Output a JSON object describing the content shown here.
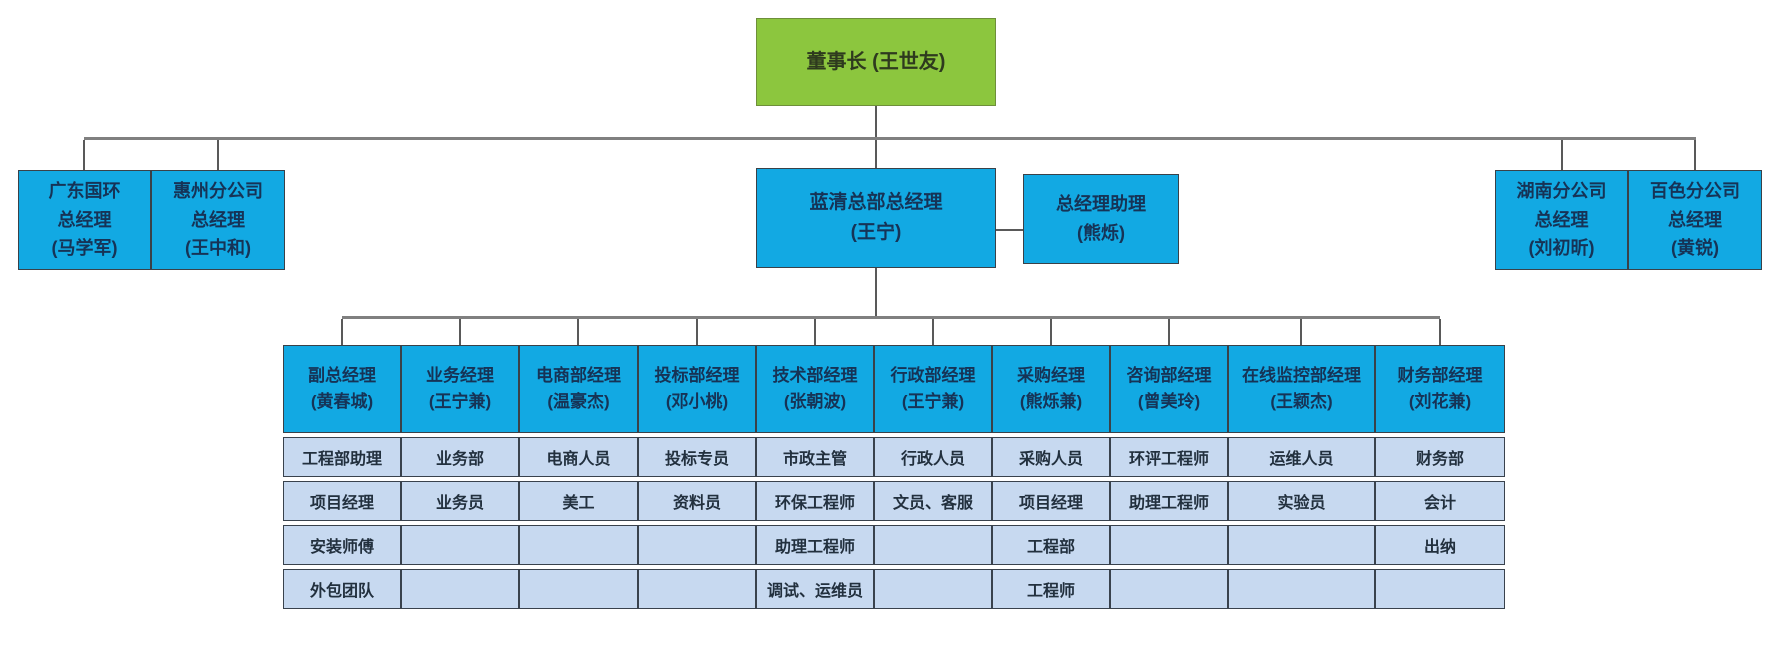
{
  "palette": {
    "chairman_fill": "#8CC63E",
    "box_fill": "#12A9E3",
    "cell_fill": "#C7D9F0",
    "connector_color": "#808080",
    "box_text": "#163356"
  },
  "chairman": {
    "label": "董事长 (王世友)"
  },
  "level2": {
    "left": [
      {
        "lines": [
          "广东国环",
          "总经理",
          "(马学军)"
        ]
      },
      {
        "lines": [
          "惠州分公司",
          "总经理",
          "(王中和)"
        ]
      }
    ],
    "center": {
      "lines": [
        "蓝清总部总经理",
        "(王宁)"
      ]
    },
    "assistant": {
      "lines": [
        "总经理助理",
        "(熊烁)"
      ]
    },
    "right": [
      {
        "lines": [
          "湖南分公司",
          "总经理",
          "(刘初昕)"
        ]
      },
      {
        "lines": [
          "百色分公司",
          "总经理",
          "(黄锐)"
        ]
      }
    ]
  },
  "departments": {
    "headers": [
      {
        "title": "副总经理",
        "person": "(黄春城)"
      },
      {
        "title": "业务经理",
        "person": "(王宁兼)"
      },
      {
        "title": "电商部经理",
        "person": "(温豪杰)"
      },
      {
        "title": "投标部经理",
        "person": "(邓小桃)"
      },
      {
        "title": "技术部经理",
        "person": "(张朝波)"
      },
      {
        "title": "行政部经理",
        "person": "(王宁兼)"
      },
      {
        "title": "采购经理",
        "person": "(熊烁兼)"
      },
      {
        "title": "咨询部经理",
        "person": "(曾美玲)"
      },
      {
        "title": "在线监控部经理",
        "person": "(王颖杰)"
      },
      {
        "title": "财务部经理",
        "person": "(刘花兼)"
      }
    ],
    "rows": [
      [
        "工程部助理",
        "业务部",
        "电商人员",
        "投标专员",
        "市政主管",
        "行政人员",
        "采购人员",
        "环评工程师",
        "运维人员",
        "财务部"
      ],
      [
        "项目经理",
        "业务员",
        "美工",
        "资料员",
        "环保工程师",
        "文员、客服",
        "项目经理",
        "助理工程师",
        "实验员",
        "会计"
      ],
      [
        "安装师傅",
        "",
        "",
        "",
        "助理工程师",
        "",
        "工程部",
        "",
        "",
        "出纳"
      ],
      [
        "外包团队",
        "",
        "",
        "",
        "调试、运维员",
        "",
        "工程师",
        "",
        "",
        ""
      ]
    ]
  }
}
